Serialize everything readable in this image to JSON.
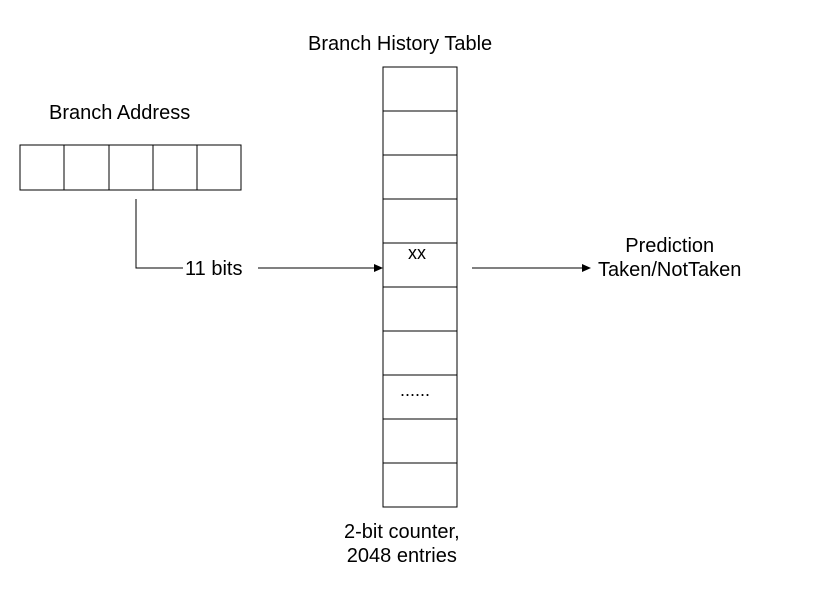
{
  "diagram": {
    "table_title": "Branch History Table",
    "address_title": "Branch Address",
    "index_label": "11 bits",
    "entry_marker": "xx",
    "ellipsis": "......",
    "prediction": {
      "line1": "Prediction",
      "line2": "Taken/NotTaken"
    },
    "caption": {
      "line1": "2-bit counter,",
      "line2": "2048 entries"
    },
    "address_cell_count": 5,
    "table_row_count": 10
  },
  "colors": {
    "line": "#000000",
    "background": "#ffffff"
  }
}
